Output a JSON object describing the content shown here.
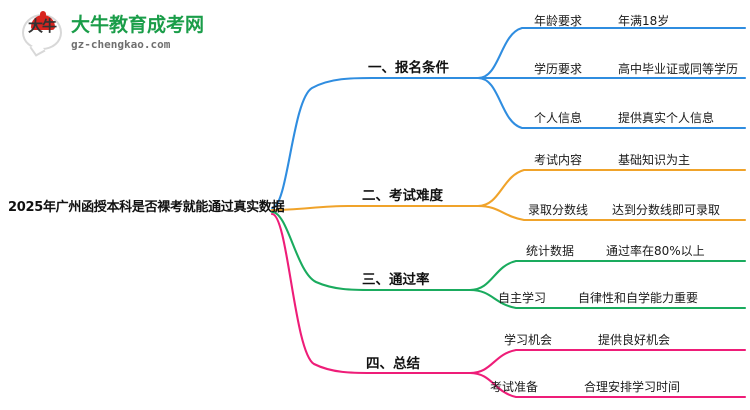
{
  "logo": {
    "mark_text": "大牛",
    "name_cn": "大牛教育成考网",
    "url": "gz-chengkao.com"
  },
  "mindmap": {
    "root": "2025年广州函授本科是否裸考就能通过真实数据",
    "branches": [
      {
        "label": "一、报名条件",
        "color": "#2f8de0",
        "children": [
          {
            "label": "年龄要求",
            "detail": "年满18岁"
          },
          {
            "label": "学历要求",
            "detail": "高中毕业证或同等学历"
          },
          {
            "label": "个人信息",
            "detail": "提供真实个人信息"
          }
        ]
      },
      {
        "label": "二、考试难度",
        "color": "#f0a32a",
        "children": [
          {
            "label": "考试内容",
            "detail": "基础知识为主"
          },
          {
            "label": "录取分数线",
            "detail": "达到分数线即可录取"
          }
        ]
      },
      {
        "label": "三、通过率",
        "color": "#1aab5e",
        "children": [
          {
            "label": "统计数据",
            "detail": "通过率在80%以上"
          },
          {
            "label": "自主学习",
            "detail": "自律性和自学能力重要"
          }
        ]
      },
      {
        "label": "四、总结",
        "color": "#ee1d78",
        "children": [
          {
            "label": "学习机会",
            "detail": "提供良好机会"
          },
          {
            "label": "考试准备",
            "detail": "合理安排学习时间"
          }
        ]
      }
    ]
  }
}
